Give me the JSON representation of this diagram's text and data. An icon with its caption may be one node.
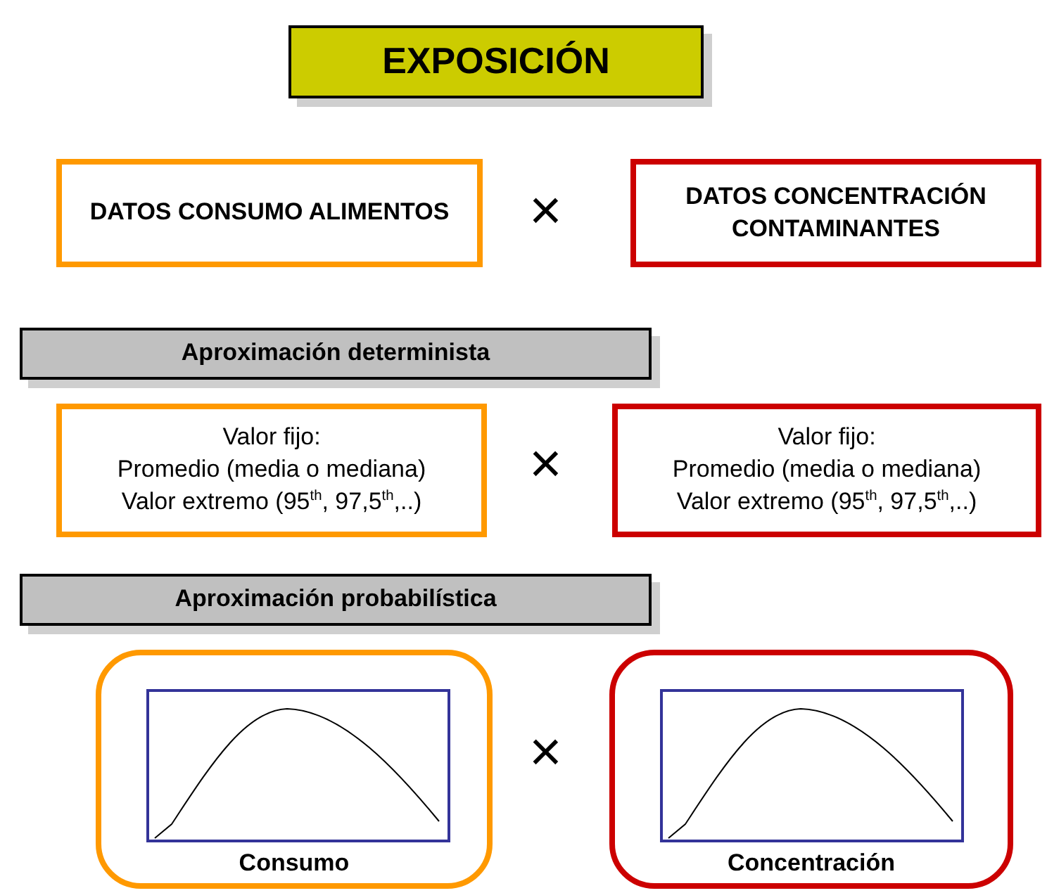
{
  "diagram": {
    "nodes": [
      {
        "text": [
          "EXPOSICIÓN"
        ]
      },
      {
        "text": [
          "DATOS CONSUMO ALIMENTOS"
        ]
      },
      {
        "text": [
          "DATOS CONCENTRACIÓN CONTAMINANTES"
        ]
      },
      {
        "text": [
          "Aproximación determinista"
        ]
      },
      {
        "text": [
          "Valor fijo:",
          "Promedio (media o mediana)",
          "Valor extremo (95$^{th}$, 97,5$^{th}$,..)"
        ]
      },
      {
        "text": [
          "Valor fijo:",
          "Promedio (media o mediana)",
          "Valor extremo (95$^{th}$, 97,5$^{th}$,..)"
        ]
      },
      {
        "text": [
          "Aproximación probabilística"
        ]
      },
      {
        "text": [
          "Consumo"
        ]
      },
      {
        "text": [
          "Concentración"
        ]
      }
    ],
    "labels": [
      "×",
      "×",
      "×"
    ]
  }
}
